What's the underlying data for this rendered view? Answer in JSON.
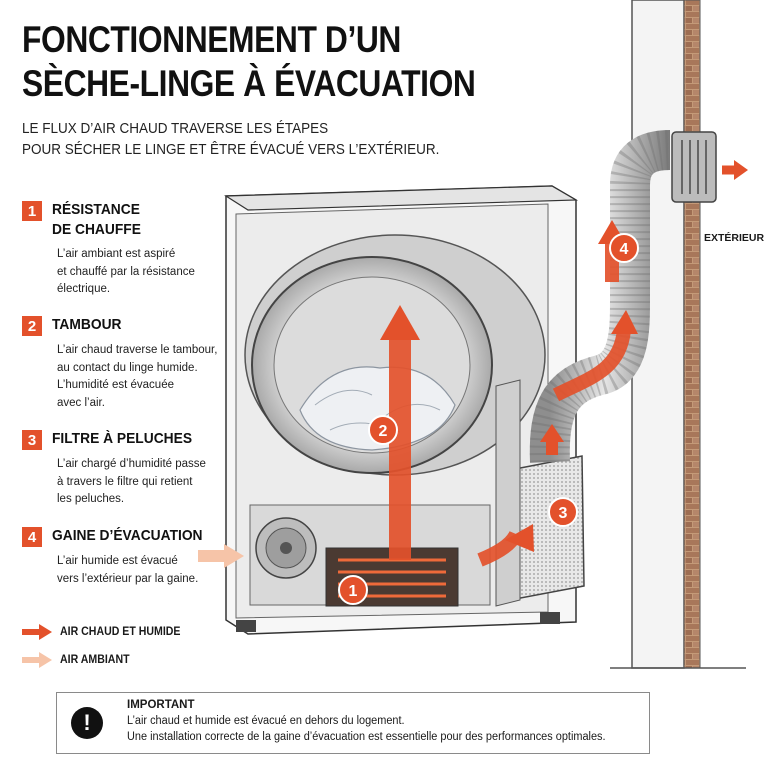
{
  "title": {
    "line1": "FONCTIONNEMENT D’UN",
    "line2": "SÈCHE-LINGE À ÉVACUATION"
  },
  "subtitle": {
    "line1": "LE FLUX D’AIR CHAUD TRAVERSE LES ÉTAPES",
    "line2": "POUR SÉCHER LE LINGE ET ÊTRE ÉVACUÉ VERS L’EXTÉRIEUR."
  },
  "steps": [
    {
      "number": "1",
      "title": "RÉSISTANCE\nDE CHAUFFE",
      "text": "L’air ambiant est aspiré\net chauffé par la résistance\nélectrique."
    },
    {
      "number": "2",
      "title": "TAMBOUR",
      "text": "L’air chaud traverse le tambour,\nau contact du linge humide.\nL’humidité est évacuée\navec l’air."
    },
    {
      "number": "3",
      "title": "FILTRE À PELUCHES",
      "text": "L’air chargé d’humidité passe\nà travers le filtre qui retient\nles peluches."
    },
    {
      "number": "4",
      "title": "GAINE D’ÉVACUATION",
      "text": "L’air humide est évacué\nvers l’extérieur par la gaine."
    }
  ],
  "legend": [
    {
      "label": "AIR CHAUD ET HUMIDE",
      "color": "#e3512b",
      "icon": "arrow-right-icon"
    },
    {
      "label": "AIR AMBIANT",
      "color": "#f6c4a8",
      "icon": "arrow-right-icon"
    }
  ],
  "diagram": {
    "exterior_label": "EXTÉRIEUR",
    "markers": [
      "1",
      "2",
      "3",
      "4"
    ]
  },
  "important": {
    "icon": "exclamation-icon",
    "title": "IMPORTANT",
    "line1": "L’air chaud et humide est évacué en dehors du logement.",
    "line2": "Une installation correcte de la gaine d’évacuation est essentielle pour des performances optimales."
  },
  "colors": {
    "accent": "#e3512b",
    "ambient": "#f6c4a8",
    "wall": "#b98d6c"
  }
}
